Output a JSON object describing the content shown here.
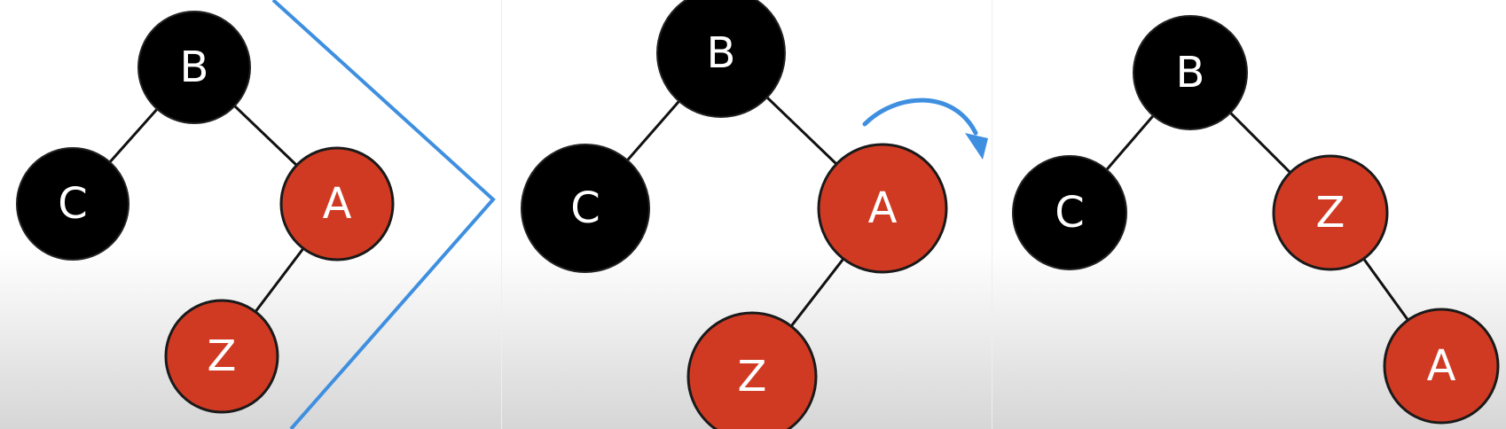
{
  "colors": {
    "black_node": "#000000",
    "red_node": "#d13a22",
    "accent_blue": "#3f8fe0",
    "edge": "#111111"
  },
  "panels": [
    {
      "id": "panel-1",
      "nodes": [
        {
          "id": "B",
          "label": "B",
          "color": "black"
        },
        {
          "id": "C",
          "label": "C",
          "color": "black"
        },
        {
          "id": "A",
          "label": "A",
          "color": "red"
        },
        {
          "id": "Z",
          "label": "Z",
          "color": "red"
        }
      ],
      "edges": [
        [
          "B",
          "C"
        ],
        [
          "B",
          "A"
        ],
        [
          "A",
          "Z"
        ]
      ]
    },
    {
      "id": "panel-2",
      "nodes": [
        {
          "id": "B",
          "label": "B",
          "color": "black"
        },
        {
          "id": "C",
          "label": "C",
          "color": "black"
        },
        {
          "id": "A",
          "label": "A",
          "color": "red"
        },
        {
          "id": "Z",
          "label": "Z",
          "color": "red"
        }
      ],
      "edges": [
        [
          "B",
          "C"
        ],
        [
          "B",
          "A"
        ],
        [
          "A",
          "Z"
        ]
      ]
    },
    {
      "id": "panel-3",
      "nodes": [
        {
          "id": "B",
          "label": "B",
          "color": "black"
        },
        {
          "id": "C",
          "label": "C",
          "color": "black"
        },
        {
          "id": "Z",
          "label": "Z",
          "color": "red"
        },
        {
          "id": "A",
          "label": "A",
          "color": "red"
        }
      ],
      "edges": [
        [
          "B",
          "C"
        ],
        [
          "B",
          "Z"
        ],
        [
          "Z",
          "A"
        ]
      ]
    }
  ],
  "icons": {
    "chevron": "chevron-right-icon",
    "arrow": "curved-arrow-icon"
  }
}
